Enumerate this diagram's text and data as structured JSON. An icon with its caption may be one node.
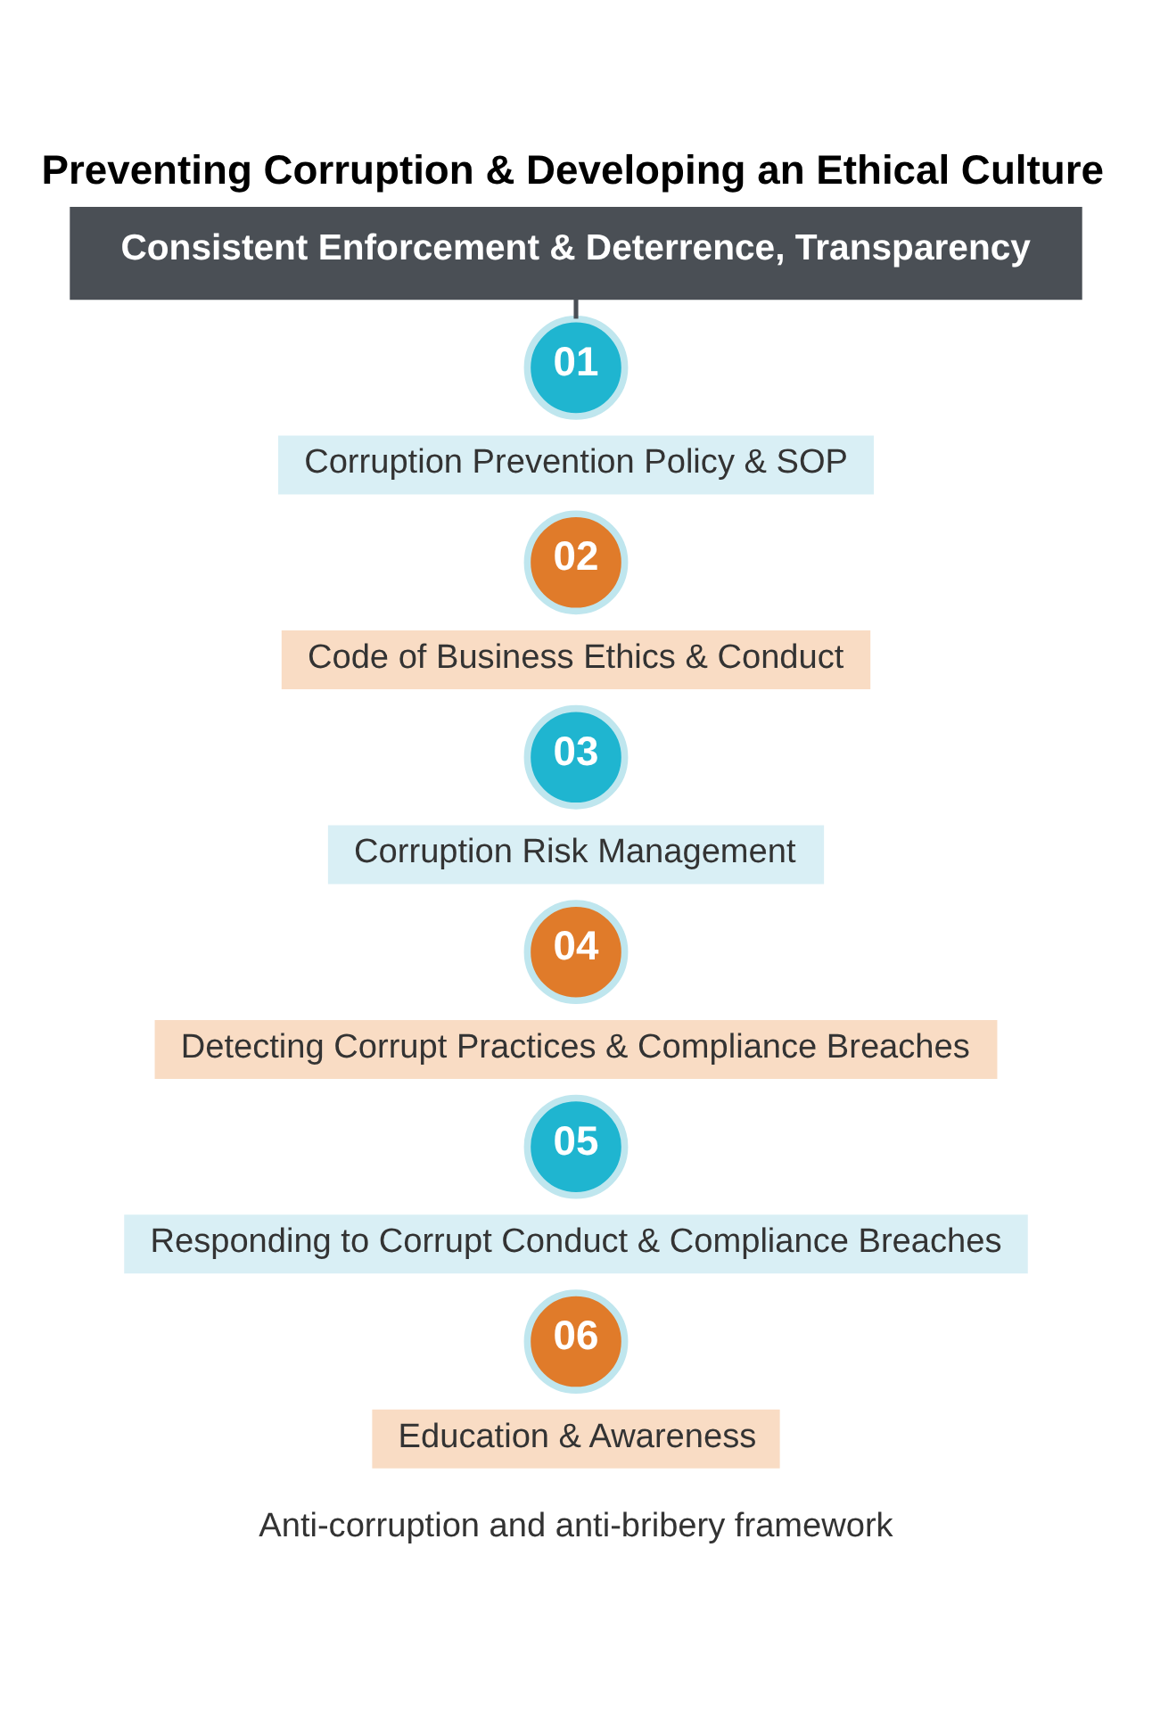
{
  "diagram": {
    "title": "Preventing Corruption & Developing an Ethical Culture",
    "caption": "Anti-corruption and anti-bribery framework",
    "nodes": [
      {
        "text": [
          "Consistent Enforcement & Deterrence, Transparency"
        ]
      },
      {
        "text": [
          "01"
        ]
      },
      {
        "text": [
          "Corruption Prevention Policy & SOP"
        ]
      },
      {
        "text": [
          "02"
        ]
      },
      {
        "text": [
          "Code of Business Ethics & Conduct"
        ]
      },
      {
        "text": [
          "03"
        ]
      },
      {
        "text": [
          "Corruption Risk Management"
        ]
      },
      {
        "text": [
          "04"
        ]
      },
      {
        "text": [
          "Detecting Corrupt Practices & Compliance Breaches"
        ]
      },
      {
        "text": [
          "05"
        ]
      },
      {
        "text": [
          "Responding to Corrupt Conduct & Compliance Breaches"
        ]
      },
      {
        "text": [
          "06"
        ]
      },
      {
        "text": [
          "Education & Awareness"
        ]
      }
    ],
    "edges": [
      {
        "from": 0,
        "to": 1,
        "arrow": "none"
      }
    ]
  }
}
